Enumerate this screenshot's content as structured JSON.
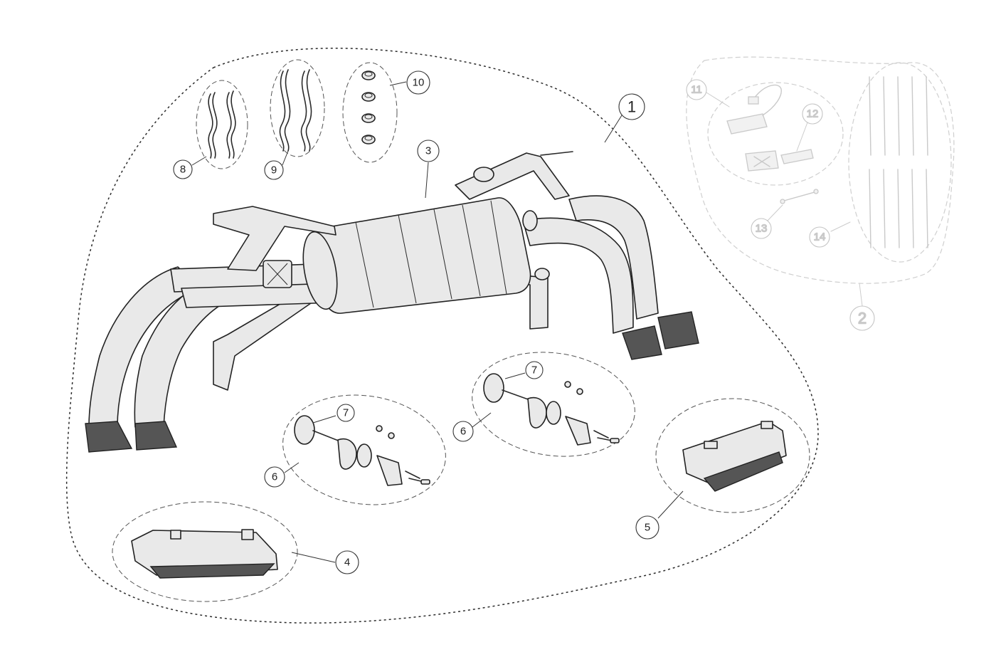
{
  "callouts": [
    {
      "id": "c1",
      "label": "1",
      "style": "dark"
    },
    {
      "id": "c2",
      "label": "2",
      "style": "grey"
    },
    {
      "id": "c3",
      "label": "3",
      "style": "dark"
    },
    {
      "id": "c4",
      "label": "4",
      "style": "dark"
    },
    {
      "id": "c5",
      "label": "5",
      "style": "dark"
    },
    {
      "id": "c6a",
      "label": "6",
      "style": "dark"
    },
    {
      "id": "c6b",
      "label": "6",
      "style": "dark"
    },
    {
      "id": "c7a",
      "label": "7",
      "style": "dark"
    },
    {
      "id": "c7b",
      "label": "7",
      "style": "dark"
    },
    {
      "id": "c8",
      "label": "8",
      "style": "dark"
    },
    {
      "id": "c9",
      "label": "9",
      "style": "dark"
    },
    {
      "id": "c10",
      "label": "10",
      "style": "dark"
    },
    {
      "id": "c11",
      "label": "11",
      "style": "grey"
    },
    {
      "id": "c12",
      "label": "12",
      "style": "grey"
    },
    {
      "id": "c13",
      "label": "13",
      "style": "grey"
    },
    {
      "id": "c14",
      "label": "14",
      "style": "grey"
    }
  ],
  "colors": {
    "line": "#2a2a2a",
    "part_fill": "#e9e9e9",
    "faded": "#c9c9c9",
    "background": "#ffffff"
  }
}
